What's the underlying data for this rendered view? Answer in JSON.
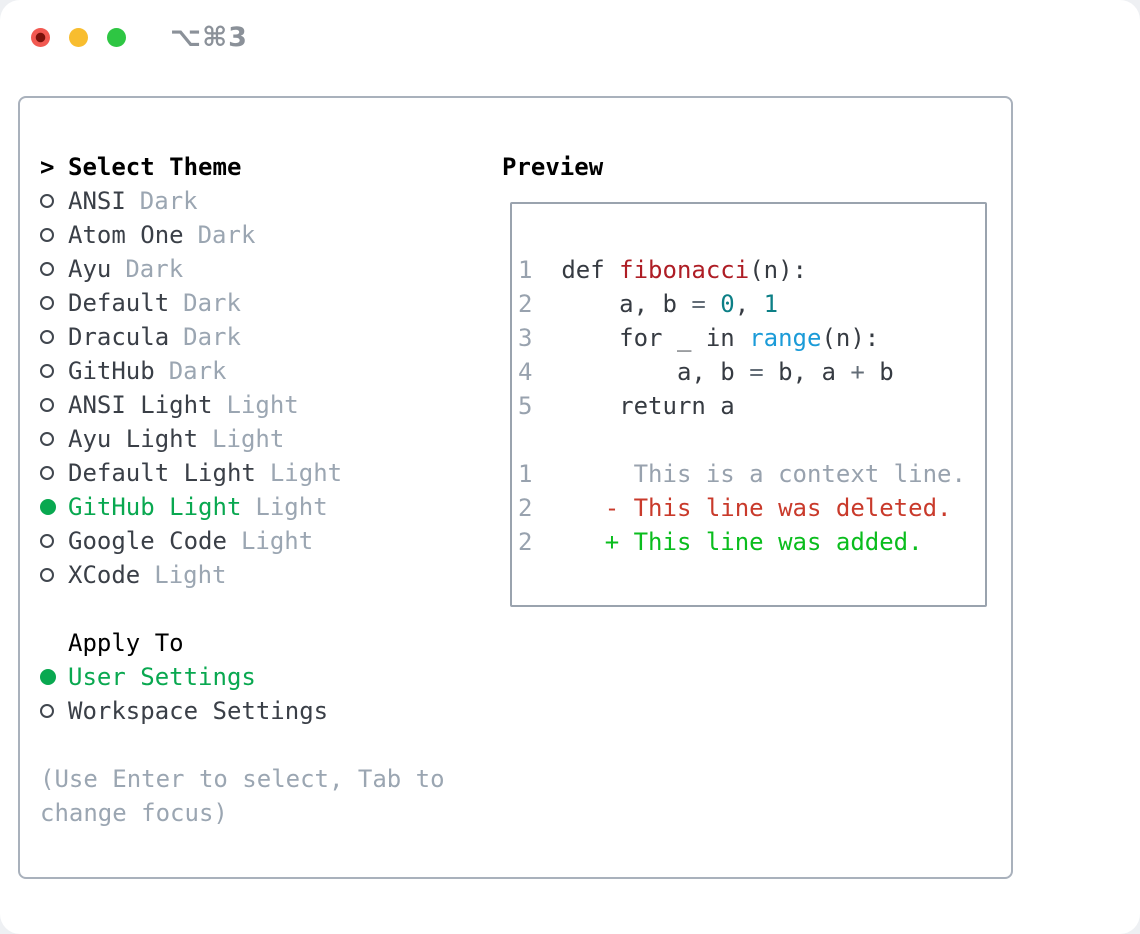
{
  "window": {
    "title_shortcut": "⌥⌘3",
    "traffic_lights": [
      "close",
      "minimize",
      "zoom"
    ]
  },
  "colors": {
    "selection_green": "#09a850",
    "diff_added_green": "#0abd1d",
    "diff_deleted_red": "#c93a2b",
    "function_red": "#ae1d25",
    "number_teal": "#0c7f86",
    "builtin_blue": "#1b9bd8",
    "dim_gray": "#9ba6b2",
    "text_dark": "#363b42",
    "panel_border": "#a9b1bc",
    "preview_border": "#9aa3ae",
    "traffic_red": "#f25951",
    "traffic_yellow": "#f8bd2f",
    "traffic_green": "#2ec643"
  },
  "theme_picker": {
    "header": {
      "prefix": ">",
      "label": "Select Theme"
    },
    "items": [
      {
        "name": "ANSI",
        "variant": "Dark",
        "selected": false
      },
      {
        "name": "Atom One",
        "variant": "Dark",
        "selected": false
      },
      {
        "name": "Ayu",
        "variant": "Dark",
        "selected": false
      },
      {
        "name": "Default",
        "variant": "Dark",
        "selected": false
      },
      {
        "name": "Dracula",
        "variant": "Dark",
        "selected": false
      },
      {
        "name": "GitHub",
        "variant": "Dark",
        "selected": false
      },
      {
        "name": "ANSI Light",
        "variant": "Light",
        "selected": false
      },
      {
        "name": "Ayu Light",
        "variant": "Light",
        "selected": false
      },
      {
        "name": "Default Light",
        "variant": "Light",
        "selected": false
      },
      {
        "name": "GitHub Light",
        "variant": "Light",
        "selected": true
      },
      {
        "name": "Google Code",
        "variant": "Light",
        "selected": false
      },
      {
        "name": "XCode",
        "variant": "Light",
        "selected": false
      }
    ],
    "apply_to": {
      "header": "Apply To",
      "options": [
        {
          "label": "User Settings",
          "selected": true
        },
        {
          "label": "Workspace Settings",
          "selected": false
        }
      ]
    },
    "hint": "(Use Enter to select, Tab to change focus)"
  },
  "preview": {
    "header": "Preview",
    "code_lines": [
      {
        "num": "1",
        "segments": [
          {
            "t": "def ",
            "c": "text"
          },
          {
            "t": "fibonacci",
            "c": "func"
          },
          {
            "t": "(n):",
            "c": "text"
          }
        ]
      },
      {
        "num": "2",
        "segments": [
          {
            "t": "    a, b ",
            "c": "text"
          },
          {
            "t": "=",
            "c": "op"
          },
          {
            "t": " ",
            "c": "text"
          },
          {
            "t": "0",
            "c": "num"
          },
          {
            "t": ", ",
            "c": "text"
          },
          {
            "t": "1",
            "c": "num"
          }
        ]
      },
      {
        "num": "3",
        "segments": [
          {
            "t": "    for _ in ",
            "c": "text"
          },
          {
            "t": "range",
            "c": "builtin"
          },
          {
            "t": "(n):",
            "c": "text"
          }
        ]
      },
      {
        "num": "4",
        "segments": [
          {
            "t": "        a, b ",
            "c": "text"
          },
          {
            "t": "=",
            "c": "op"
          },
          {
            "t": " b, a ",
            "c": "text"
          },
          {
            "t": "+",
            "c": "op"
          },
          {
            "t": " b",
            "c": "text"
          }
        ]
      },
      {
        "num": "5",
        "segments": [
          {
            "t": "    return a",
            "c": "text"
          }
        ]
      }
    ],
    "diff_lines": [
      {
        "num": "1",
        "segments": [
          {
            "t": "     This is a context line.",
            "c": "dim"
          }
        ]
      },
      {
        "num": "2",
        "segments": [
          {
            "t": "   - This line was deleted.",
            "c": "del"
          }
        ]
      },
      {
        "num": "2",
        "segments": [
          {
            "t": "   + This line was added.",
            "c": "add"
          }
        ]
      }
    ]
  }
}
